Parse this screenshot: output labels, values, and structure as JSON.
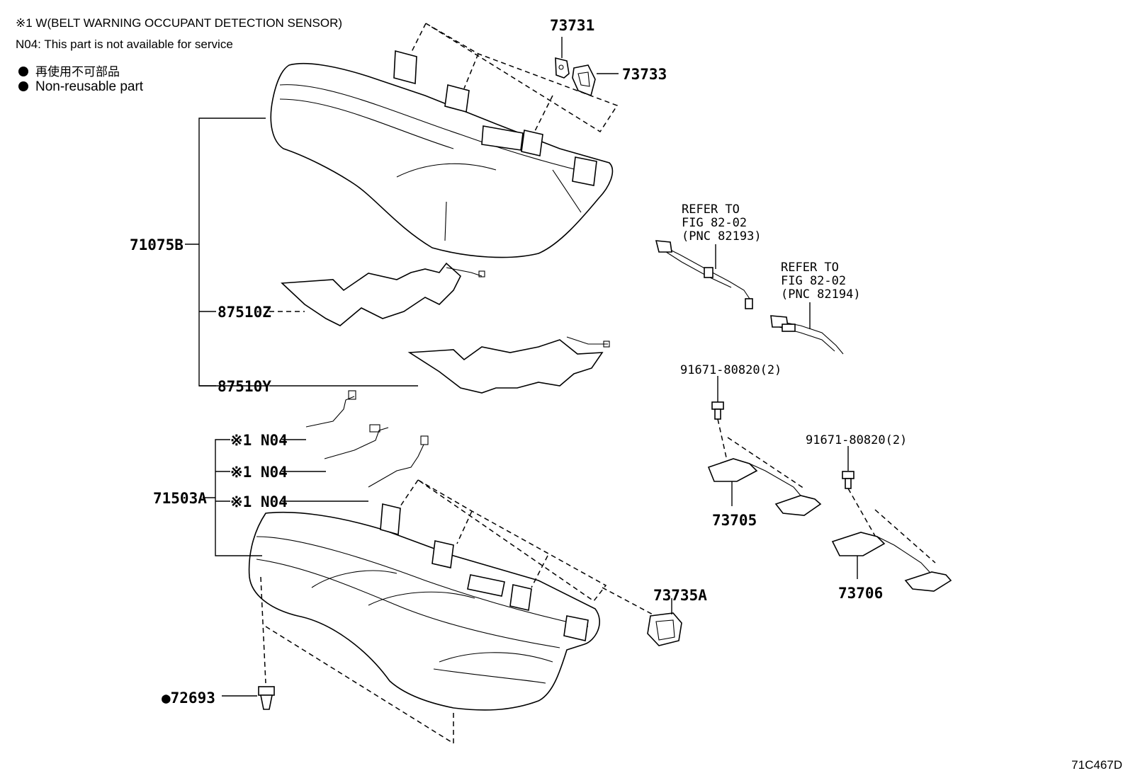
{
  "notes": {
    "note1": "※1 W(BELT WARNING OCCUPANT DETECTION SENSOR)",
    "note2": "N04: This part is not available for service",
    "legend_jp": "再使用不可部品",
    "legend_en": "Non-reusable part"
  },
  "labels": {
    "p73731": "73731",
    "p73733": "73733",
    "p71075b": "71075B",
    "p87510z": "87510Z",
    "p87510y": "87510Y",
    "p71503a": "71503A",
    "n04_a": "※1 N04",
    "n04_b": "※1 N04",
    "n04_c": "※1 N04",
    "p73735a": "73735A",
    "p72693": "●72693",
    "p73705": "73705",
    "p73706": "73706",
    "bolt1": "91671-80820(2)",
    "bolt2": "91671-80820(2)"
  },
  "refs": {
    "ref1": [
      "REFER TO",
      "FIG 82-02",
      "(PNC 82193)"
    ],
    "ref2": [
      "REFER TO",
      "FIG 82-02",
      "(PNC 82194)"
    ]
  },
  "figure_code": "71C467D"
}
